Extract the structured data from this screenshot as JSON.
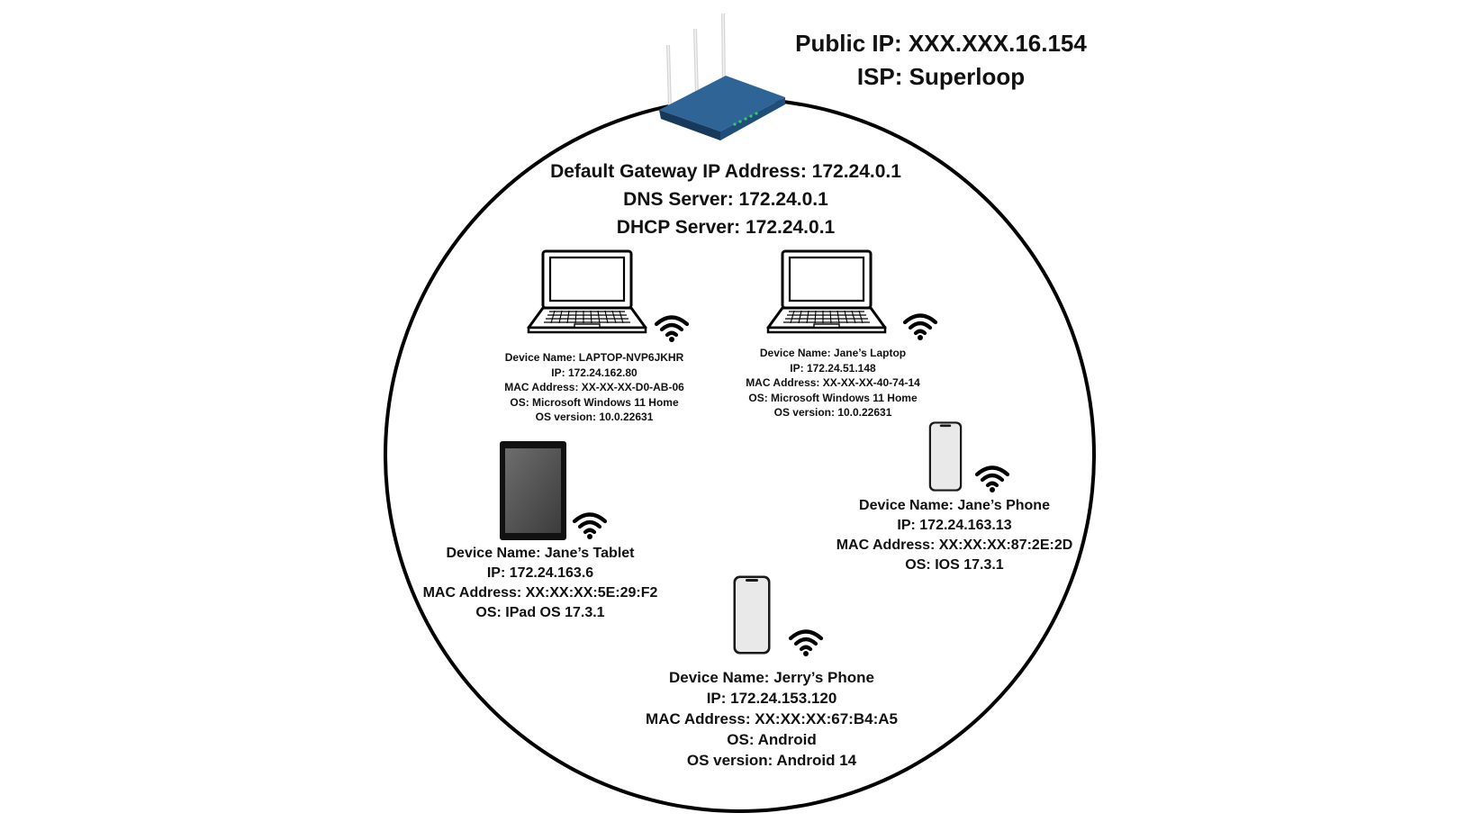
{
  "router": {
    "public_ip": "Public IP: XXX.XXX.16.154",
    "isp": "ISP: Superloop"
  },
  "network": {
    "default_gateway": "Default Gateway IP Address: 172.24.0.1",
    "dns_server": "DNS Server: 172.24.0.1",
    "dhcp_server": "DHCP Server: 172.24.0.1"
  },
  "devices": {
    "laptop1": {
      "name": "Device Name: LAPTOP-NVP6JKHR",
      "ip": "IP: 172.24.162.80",
      "mac": "MAC Address: XX-XX-XX-D0-AB-06",
      "os": "OS: Microsoft Windows 11 Home",
      "os_version": "OS version: 10.0.22631"
    },
    "laptop2": {
      "name": "Device Name: Jane’s Laptop",
      "ip": "IP: 172.24.51.148",
      "mac": "MAC Address: XX-XX-XX-40-74-14",
      "os": "OS: Microsoft Windows 11 Home",
      "os_version": "OS version: 10.0.22631"
    },
    "tablet": {
      "name": "Device Name: Jane’s Tablet",
      "ip": "IP: 172.24.163.6",
      "mac": "MAC Address: XX:XX:XX:5E:29:F2",
      "os": "OS: IPad OS 17.3.1"
    },
    "jane_phone": {
      "name": "Device Name: Jane’s Phone",
      "ip": "IP: 172.24.163.13",
      "mac": "MAC Address: XX:XX:XX:87:2E:2D",
      "os": "OS: IOS 17.3.1"
    },
    "jerry_phone": {
      "name": "Device Name: Jerry’s Phone",
      "ip": "IP: 172.24.153.120",
      "mac": "MAC Address: XX:XX:XX:67:B4:A5",
      "os": "OS: Android",
      "os_version": "OS version: Android 14"
    }
  },
  "icons": {
    "router": "router-icon",
    "laptop": "laptop-icon",
    "tablet": "tablet-icon",
    "phone": "smartphone-icon",
    "wifi": "wifi-icon"
  },
  "colors": {
    "router_body": "#1f4e7a",
    "router_led": "#33cc66",
    "outline": "#000000"
  }
}
